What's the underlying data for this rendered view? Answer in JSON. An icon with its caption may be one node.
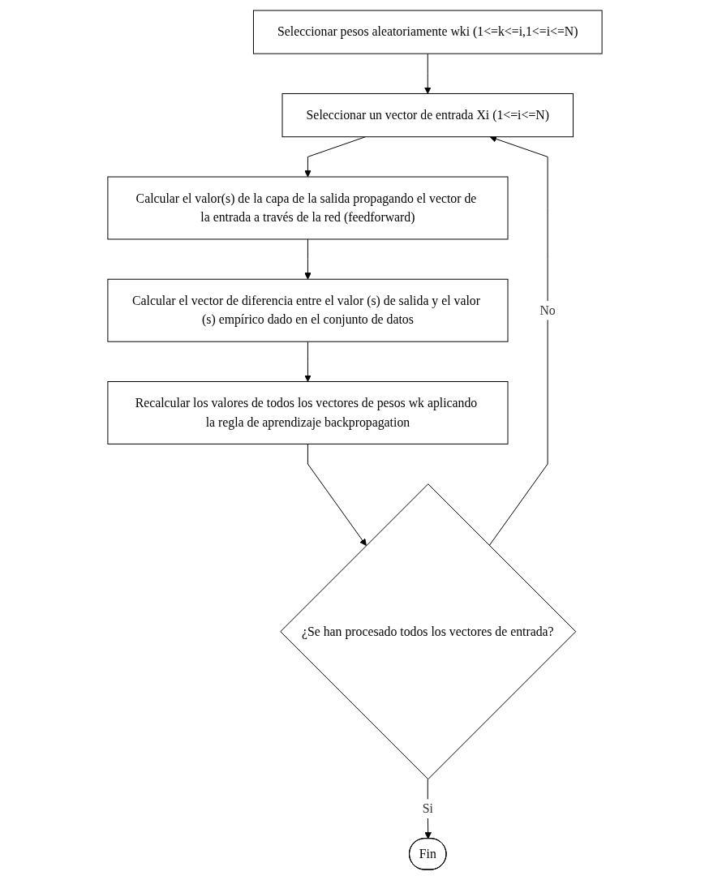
{
  "diagram": {
    "nodes": [
      {
        "text": [
          "Seleccionar pesos aleatoriamente wki (1<=k<=i,1<=i<=N)"
        ]
      },
      {
        "text": [
          "Seleccionar un vector de entrada Xi (1<=i<=N)"
        ]
      },
      {
        "text": [
          "Calcular el valor(s) de la capa de la salida propagando el vector de la entrada a través de la red (feedforward)"
        ]
      },
      {
        "text": [
          "Calcular el vector de diferencia entre el valor (s) de salida y el valor (s) empírico dado en el conjunto de datos"
        ]
      },
      {
        "text": [
          "Recalcular los valores de todos los vectores de pesos wk aplicando la regla de aprendizaje backpropagation"
        ]
      },
      {
        "text": [
          "¿Se han procesado todos los vectores de entrada?"
        ]
      },
      {
        "text": [
          "Fin"
        ]
      }
    ],
    "edges": [
      {
        "from": 0,
        "to": 1,
        "arrow": "to"
      },
      {
        "from": 1,
        "to": 2,
        "arrow": "to"
      },
      {
        "from": 2,
        "to": 3,
        "arrow": "to"
      },
      {
        "from": 3,
        "to": 4,
        "arrow": "to"
      },
      {
        "from": 4,
        "to": 5,
        "arrow": "to"
      },
      {
        "from": 5,
        "to": 6,
        "label": "Si",
        "arrow": "to"
      },
      {
        "from": 5,
        "to": 1,
        "label": "No",
        "arrow": "to"
      }
    ]
  }
}
